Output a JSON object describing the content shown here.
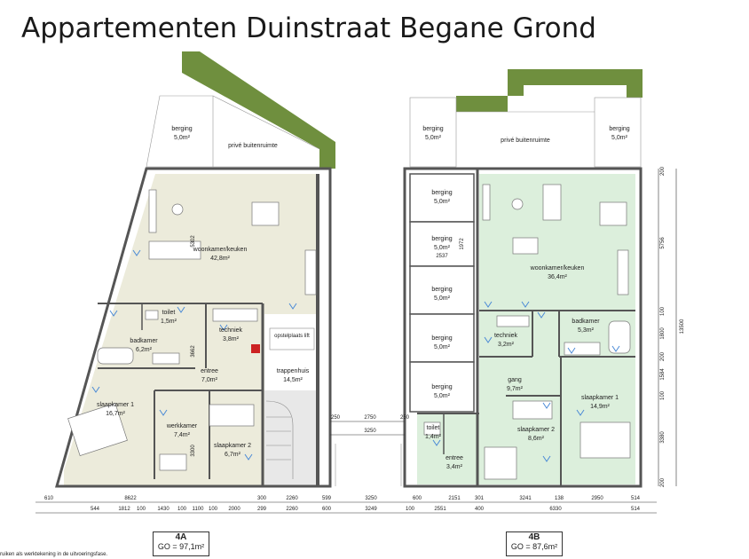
{
  "title": "Appartementen Duinstraat Begane Grond",
  "footnote": "ruiken als werktekening in de uitvoeringsfase.",
  "colors": {
    "green": "#6f8f3e",
    "beige": "#ecebdb",
    "mint": "#dcefdc",
    "wall": "#555555"
  },
  "unit_a": {
    "code": "4A",
    "go": "GO = 97,1m²",
    "outdoor": {
      "storage_name": "berging",
      "storage_area": "5,0m²",
      "garden": "privé buitenruimte"
    },
    "rooms": [
      {
        "name": "woonkamer/keuken",
        "area": "42,8m²"
      },
      {
        "name": "toilet",
        "area": "1,5m²"
      },
      {
        "name": "techniek",
        "area": "3,8m²"
      },
      {
        "name": "badkamer",
        "area": "6,2m²"
      },
      {
        "name": "entree",
        "area": "7,0m²"
      },
      {
        "name": "slaapkamer 1",
        "area": "16,7m²"
      },
      {
        "name": "werkkamer",
        "area": "7,4m²"
      },
      {
        "name": "slaapkamer 2",
        "area": "6,7m²"
      },
      {
        "name": "trappenhuis",
        "area": "14,5m²"
      }
    ],
    "opstelplaats": "opstelplaats lift"
  },
  "unit_b": {
    "code": "4B",
    "go": "GO = 87,6m²",
    "outdoor": {
      "storage_name": "berging",
      "storage_area": "5,0m²",
      "garden": "privé buitenruimte"
    },
    "storages": [
      {
        "name": "berging",
        "area": "5,0m²"
      },
      {
        "name": "berging",
        "area": "5,0m²",
        "extra": "2537"
      },
      {
        "name": "berging",
        "area": "5,0m²"
      },
      {
        "name": "berging",
        "area": "5,0m²"
      },
      {
        "name": "berging",
        "area": "5,0m²"
      }
    ],
    "rooms": [
      {
        "name": "woonkamer/keuken",
        "area": "36,4m²"
      },
      {
        "name": "techniek",
        "area": "3,2m²"
      },
      {
        "name": "badkamer",
        "area": "5,3m²"
      },
      {
        "name": "gang",
        "area": "9,7m²"
      },
      {
        "name": "slaapkamer 1",
        "area": "14,9m²"
      },
      {
        "name": "slaapkamer 2",
        "area": "8,6m²"
      },
      {
        "name": "toilet",
        "area": "1,4m²"
      },
      {
        "name": "entree",
        "area": "3,4m²"
      }
    ]
  },
  "dims": {
    "a_vert": [
      "5302",
      "3662",
      "3300"
    ],
    "b_vert": [
      "1972"
    ],
    "mid": [
      "250",
      "2750",
      "250",
      "3250"
    ],
    "row1": [
      "610",
      "8622",
      "300",
      "2260",
      "599",
      "3250",
      "600",
      "2151",
      "301",
      "3241",
      "138",
      "2950",
      "514"
    ],
    "row2": [
      "544",
      "1812",
      "100",
      "1430",
      "100",
      "1100",
      "100",
      "2000",
      "299",
      "2260",
      "600",
      "3249",
      "100",
      "2551",
      "400",
      "6330",
      "514"
    ],
    "right": [
      "200",
      "5756",
      "100",
      "1800",
      "200",
      "1584",
      "100",
      "3380",
      "200",
      "13500"
    ]
  }
}
